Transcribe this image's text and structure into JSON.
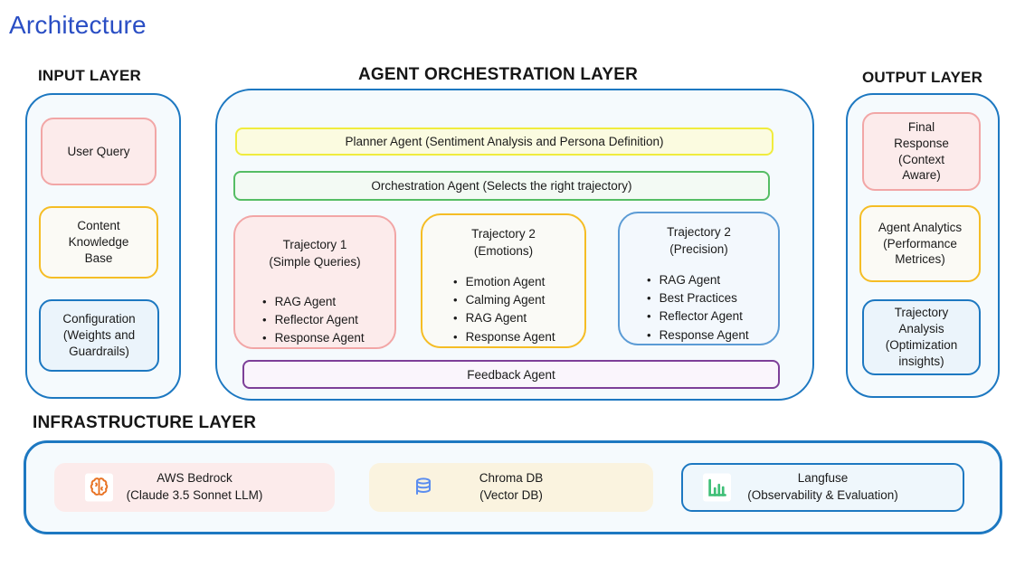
{
  "title": "Architecture",
  "colors": {
    "title_blue": "#2a4ec4",
    "container_border": "#1d78c1",
    "container_fill": "#f5fafd",
    "pink_border": "#f2a6a6",
    "pink_fill": "#fcebeb",
    "gold_border": "#f5bd25",
    "yellow_border": "#f0ec3d",
    "green_border": "#55bd64",
    "lightblue_border": "#5b9bd5",
    "purple_border": "#7d3f98",
    "brain_orange": "#e87324",
    "db_blue": "#5b8def",
    "chart_green": "#3fbf77"
  },
  "input_layer": {
    "label": "INPUT LAYER",
    "boxes": [
      {
        "text": "User Query"
      },
      {
        "text": "Content Knowledge Base"
      },
      {
        "text": "Configuration (Weights and Guardrails)"
      }
    ]
  },
  "orchestration_layer": {
    "label": "AGENT ORCHESTRATION LAYER",
    "planner_bar": "Planner Agent (Sentiment Analysis and Persona Definition)",
    "orchestration_bar": "Orchestration Agent (Selects the right trajectory)",
    "trajectories": [
      {
        "title": "Trajectory 1",
        "subtitle": "(Simple Queries)",
        "agents": [
          "RAG Agent",
          "Reflector Agent",
          "Response Agent"
        ]
      },
      {
        "title": "Trajectory 2",
        "subtitle": "(Emotions)",
        "agents": [
          "Emotion Agent",
          "Calming Agent",
          "RAG Agent",
          "Response Agent"
        ]
      },
      {
        "title": "Trajectory 2",
        "subtitle": "(Precision)",
        "agents": [
          "RAG Agent",
          "Best Practices",
          "Reflector Agent",
          "Response Agent"
        ]
      }
    ],
    "feedback_bar": "Feedback Agent"
  },
  "output_layer": {
    "label": "OUTPUT LAYER",
    "boxes": [
      {
        "text": "Final Response (Context Aware)"
      },
      {
        "text": "Agent Analytics (Performance Metrices)"
      },
      {
        "text": "Trajectory Analysis (Optimization insights)"
      }
    ]
  },
  "infrastructure_layer": {
    "label": "INFRASTRUCTURE LAYER",
    "boxes": [
      {
        "icon": "brain-icon",
        "line1": "AWS Bedrock",
        "line2": "(Claude 3.5 Sonnet LLM)"
      },
      {
        "icon": "database-icon",
        "line1": "Chroma DB",
        "line2": "(Vector DB)"
      },
      {
        "icon": "bar-chart-icon",
        "line1": "Langfuse",
        "line2": "(Observability & Evaluation)"
      }
    ]
  }
}
